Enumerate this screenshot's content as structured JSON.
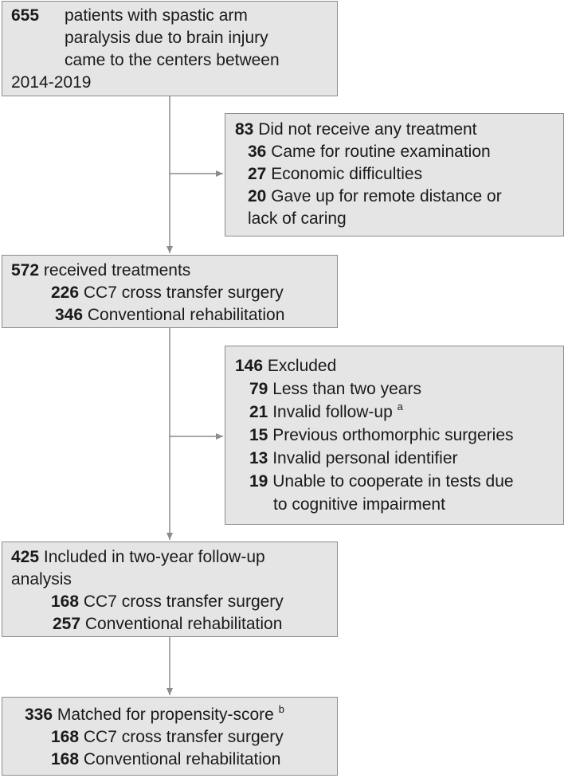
{
  "box1": {
    "num": "655",
    "lines": [
      "patients with spastic arm",
      "paralysis due to  brain injury",
      "came to the centers between",
      "2014-2019"
    ]
  },
  "box2": {
    "rows": [
      {
        "num": "83",
        "text": "Did not receive any treatment"
      },
      {
        "num": "36",
        "text": "Came for routine examination"
      },
      {
        "num": "27",
        "text": "Economic difficulties"
      },
      {
        "num": "20",
        "text": "Gave up for remote distance or"
      }
    ],
    "cont": "lack of caring"
  },
  "box3": {
    "rows": [
      {
        "num": "572",
        "text": "received treatments"
      },
      {
        "num": "226",
        "text": "CC7 cross transfer surgery"
      },
      {
        "num": "346",
        "text": "Conventional rehabilitation"
      }
    ]
  },
  "box4": {
    "rows": [
      {
        "num": "146",
        "text": "Excluded"
      },
      {
        "num": "79",
        "text": "Less than two years"
      },
      {
        "num": "21",
        "text": "Invalid follow-up",
        "sup": "a"
      },
      {
        "num": "15",
        "text": "Previous orthomorphic surgeries"
      },
      {
        "num": "13",
        "text": "Invalid personal identifier"
      },
      {
        "num": "19",
        "text": "Unable to cooperate in tests due"
      }
    ],
    "cont": "to cognitive impairment"
  },
  "box5": {
    "rows": [
      {
        "num": "425",
        "text": "Included in two-year follow-up"
      }
    ],
    "cont": "analysis",
    "rows2": [
      {
        "num": "168",
        "text": "CC7 cross transfer surgery"
      },
      {
        "num": "257",
        "text": "Conventional rehabilitation"
      }
    ]
  },
  "box6": {
    "rows": [
      {
        "num": "336",
        "text": "Matched for propensity-score",
        "sup": "b"
      },
      {
        "num": "168",
        "text": "CC7 cross transfer surgery"
      },
      {
        "num": "168",
        "text": "Conventional rehabilitation"
      }
    ]
  },
  "colors": {
    "box_fill": "#e5e5e5",
    "box_border": "#8c8c8c",
    "arrow": "#8c8c8c"
  }
}
